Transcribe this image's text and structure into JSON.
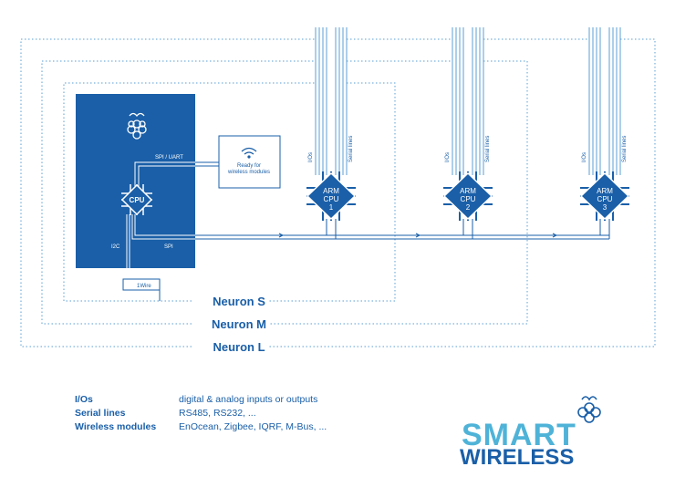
{
  "diagram": {
    "labels": {
      "spi_uart": "SPI / UART",
      "cpu": "CPU",
      "i2c": "I2C",
      "spi": "SPI",
      "onewire": "1Wire",
      "wireless_line1": "Ready for",
      "wireless_line2": "wireless modules",
      "ios": "I/Os",
      "serial_lines": "Serial lines"
    },
    "arm_cpus": [
      {
        "line1": "ARM",
        "line2": "CPU",
        "line3": "1"
      },
      {
        "line1": "ARM",
        "line2": "CPU",
        "line3": "2"
      },
      {
        "line1": "ARM",
        "line2": "CPU",
        "line3": "3"
      }
    ],
    "models": {
      "s": "Neuron S",
      "m": "Neuron M",
      "l": "Neuron L"
    }
  },
  "legend": [
    {
      "term": "I/Os",
      "definition": "digital & analog inputs or outputs"
    },
    {
      "term": "Serial lines",
      "definition": "RS485, RS232, ..."
    },
    {
      "term": "Wireless modules",
      "definition": "EnOcean, Zigbee, IQRF, M-Bus, ..."
    }
  ],
  "logo": {
    "word1": "SMART",
    "word2": "WIRELESS"
  },
  "colors": {
    "primary": "#1a5fa8",
    "dotted": "#5a9fd4",
    "accent_light": "#4fb3d8",
    "background": "#ffffff"
  },
  "icons": [
    "raspberry-pi-icon",
    "wifi-icon",
    "chip-icon"
  ]
}
